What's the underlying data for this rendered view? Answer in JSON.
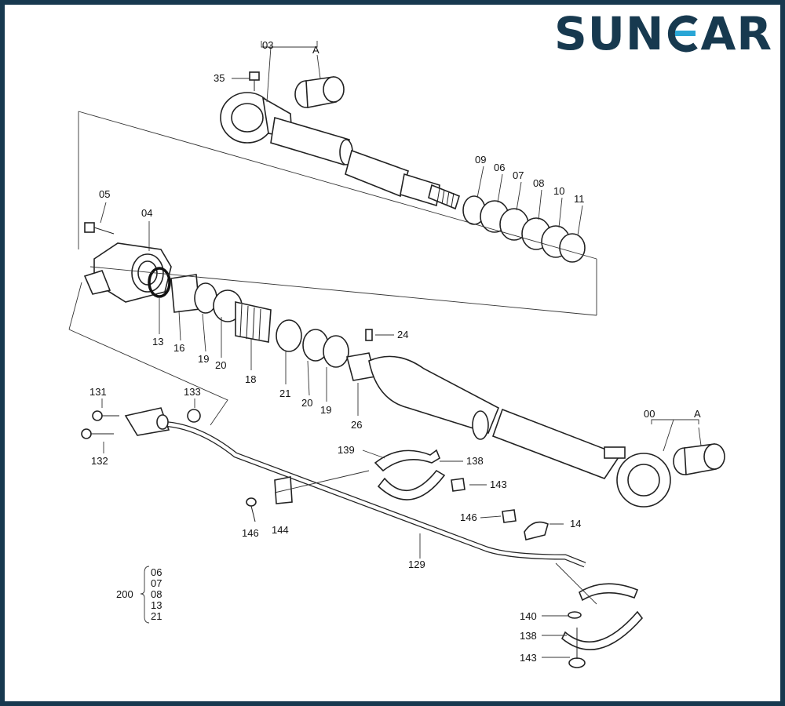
{
  "brand": {
    "text_left": "SUN",
    "text_right": "AR",
    "color": "#17394f"
  },
  "callouts": {
    "c03": "03",
    "cA_top": "A",
    "c35": "35",
    "c09": "09",
    "c06": "06",
    "c07": "07",
    "c08": "08",
    "c10": "10",
    "c11": "11",
    "c05": "05",
    "c04": "04",
    "c13": "13",
    "c16": "16",
    "c19a": "19",
    "c20a": "20",
    "c18": "18",
    "c21": "21",
    "c20b": "20",
    "c19b": "19",
    "c26": "26",
    "c24": "24",
    "c131": "131",
    "c133": "133",
    "c132": "132",
    "c00": "00",
    "cA_bottom": "A",
    "c139": "139",
    "c138a": "138",
    "c143a": "143",
    "c146a": "146",
    "c144": "144",
    "c146b": "146",
    "c14": "14",
    "c129": "129",
    "c140": "140",
    "c138b": "138",
    "c143b": "143"
  },
  "kit": {
    "number": "200",
    "items": [
      "06",
      "07",
      "08",
      "13",
      "21"
    ]
  }
}
